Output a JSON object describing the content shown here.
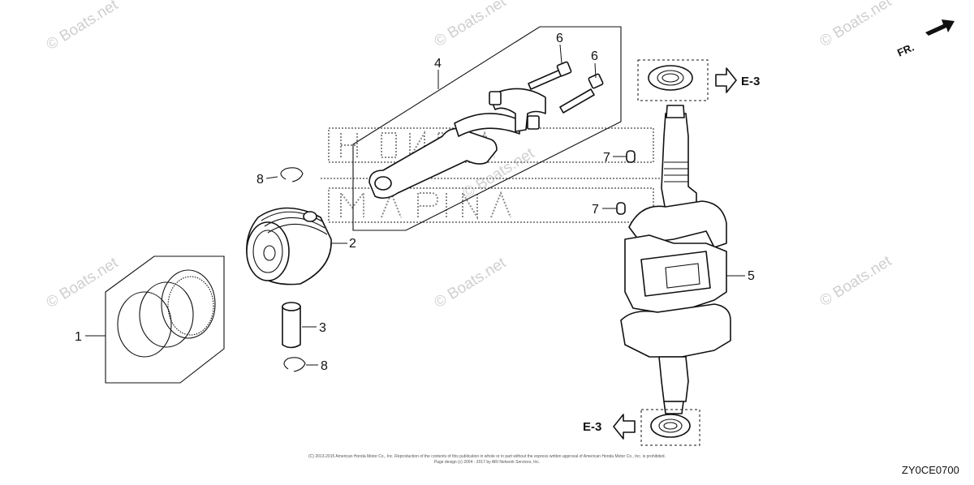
{
  "watermarks": [
    "© Boats.net",
    "© Boats.net",
    "© Boats.net",
    "© Boats.net",
    "© Boats.net",
    "© Boats.net",
    "© Boats.net"
  ],
  "callouts": {
    "c1": "1",
    "c2": "2",
    "c3": "3",
    "c4": "4",
    "c5": "5",
    "c6a": "6",
    "c6b": "6",
    "c7a": "7",
    "c7b": "7",
    "c8a": "8",
    "c8b": "8"
  },
  "refs": {
    "top": "E-3",
    "bottom": "E-3"
  },
  "direction": {
    "label": "FR."
  },
  "copyright": {
    "line1": "(C) 2013-2015 American Honda Motor Co., Inc. Reproduction of the contents of this publication in whole or in part without the express written approval of American Honda Motor Co., Inc. is prohibited.",
    "line2": "Page design (c) 2004 - 2017 by ARI Network Services, Inc."
  },
  "diagram_code": "ZY0CE0700",
  "icons": [
    "piston-ring-set-icon",
    "piston-icon",
    "piston-pin-icon",
    "connecting-rod-icon",
    "bolt-icon",
    "crankshaft-icon",
    "oil-seal-icon",
    "dowel-pin-icon",
    "clip-icon",
    "arrow-icon"
  ]
}
